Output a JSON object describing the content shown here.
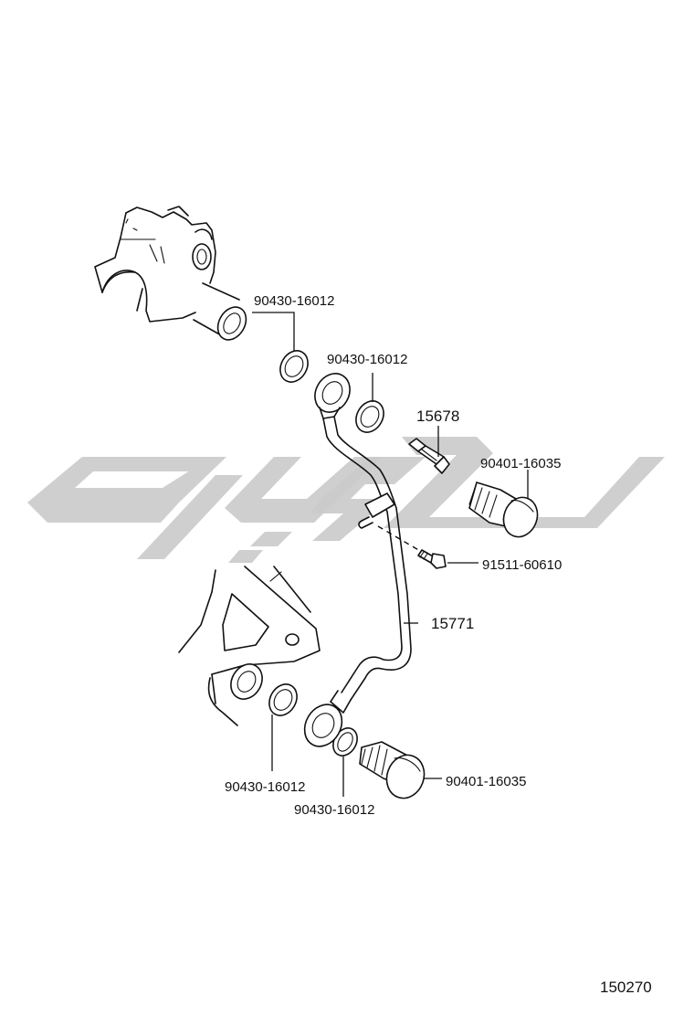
{
  "diagram_id": "150270",
  "watermark": {
    "color": "#c8c8c8"
  },
  "parts": {
    "gasket_turbo_side": "90430-16012",
    "gasket_upper_right": "90430-16012",
    "sensor_switch": "15678",
    "union_bolt_upper": "90401-16035",
    "clamp_bolt": "91511-60610",
    "oil_pipe": "15771",
    "gasket_lower_left": "90430-16012",
    "gasket_lower_middle": "90430-16012",
    "union_bolt_lower": "90401-16035"
  }
}
